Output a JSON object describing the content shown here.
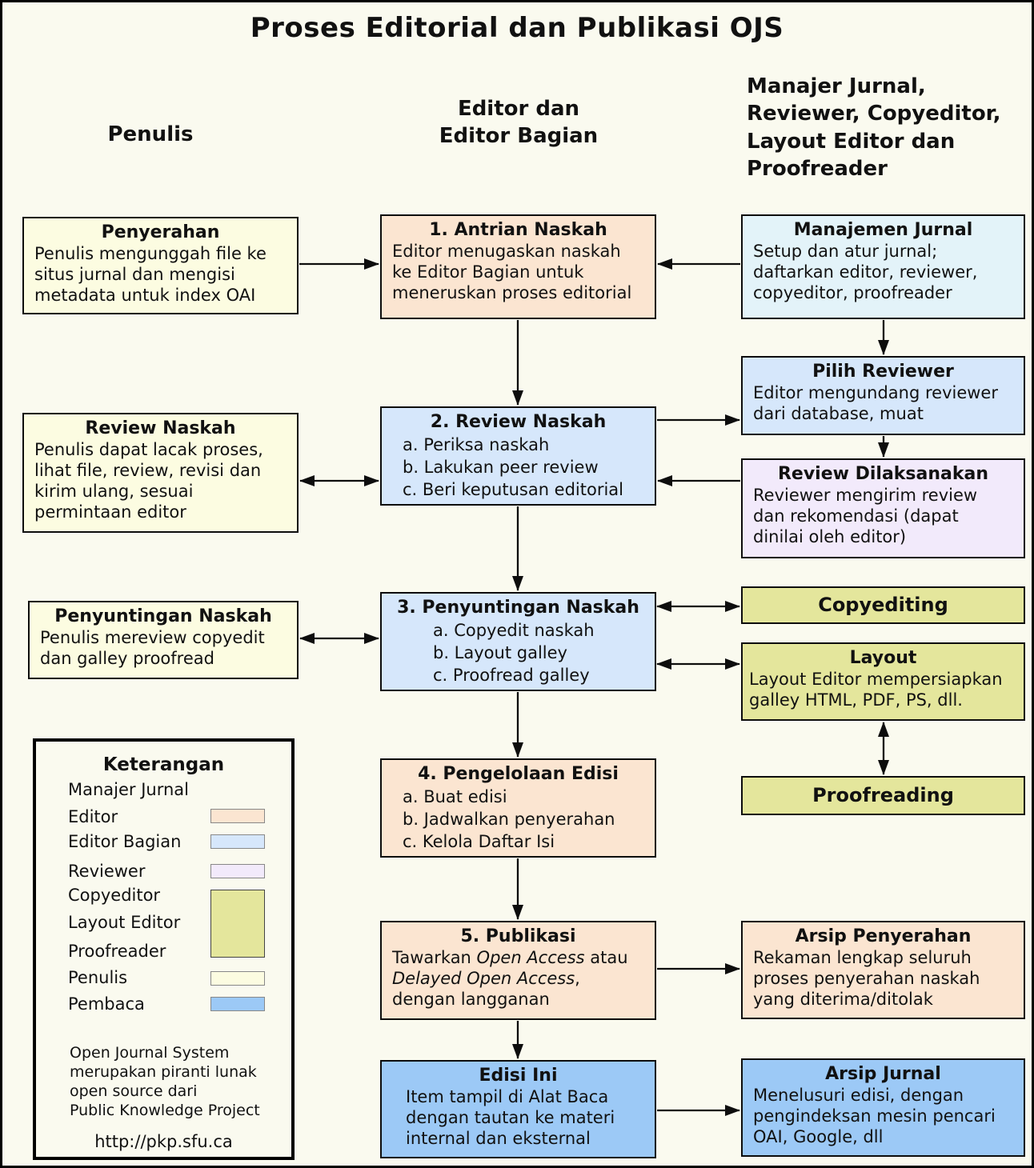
{
  "title": "Proses Editorial dan Publikasi OJS",
  "columns": {
    "penulis": "Penulis",
    "editor": "Editor dan\nEditor Bagian",
    "manajer": "Manajer Jurnal,\nReviewer, Copyeditor,\nLayout Editor dan\nProofreader"
  },
  "colors": {
    "background": "#FAFAEF",
    "penulis_box": "#FCFCE1",
    "editor_box": "#FBE5D1",
    "editor_bagian_box": "#D6E7FB",
    "manajer_box": "#E3F3F9",
    "reviewer_box": "#F2EAFB",
    "produksi_box": "#E4E69C",
    "pembaca_box": "#9CC9F6"
  },
  "boxes": {
    "penyerahan": {
      "title": "Penyerahan",
      "body": "Penulis mengunggah file ke\nsitus jurnal dan mengisi\nmetadata untuk index OAI"
    },
    "antrian": {
      "title": "1. Antrian Naskah",
      "body": "Editor menugaskan naskah\nke Editor Bagian untuk\nmeneruskan proses editorial"
    },
    "manajemen_jurnal": {
      "title": "Manajemen Jurnal",
      "body": "Setup dan atur jurnal;\ndaftarkan editor, reviewer,\ncopyeditor, proofreader"
    },
    "pilih_reviewer": {
      "title": "Pilih Reviewer",
      "body": "Editor mengundang reviewer\ndari database, muat"
    },
    "review_naskah_penulis": {
      "title": "Review Naskah",
      "body": "Penulis dapat lacak proses,\nlihat file, review, revisi dan\nkirim ulang, sesuai\npermintaan editor"
    },
    "review_naskah": {
      "title": "2. Review Naskah",
      "items": [
        "a. Periksa naskah",
        "b. Lakukan peer review",
        "c. Beri keputusan editorial"
      ]
    },
    "review_dilaksanakan": {
      "title": "Review Dilaksanakan",
      "body": "Reviewer mengirim review\ndan rekomendasi (dapat\ndinilai oleh editor)"
    },
    "penyuntingan_penulis": {
      "title": "Penyuntingan Naskah",
      "body": "Penulis mereview copyedit\ndan galley proofread"
    },
    "penyuntingan": {
      "title": "3. Penyuntingan Naskah",
      "items": [
        "a. Copyedit naskah",
        "b. Layout galley",
        "c. Proofread galley"
      ]
    },
    "copyediting": {
      "title": "Copyediting"
    },
    "layout": {
      "title": "Layout",
      "body": "Layout Editor mempersiapkan\ngalley HTML, PDF, PS, dll."
    },
    "proofreading": {
      "title": "Proofreading"
    },
    "pengelolaan": {
      "title": "4. Pengelolaan Edisi",
      "items": [
        "a. Buat edisi",
        "b. Jadwalkan penyerahan",
        "c. Kelola Daftar Isi"
      ]
    },
    "publikasi": {
      "title": "5. Publikasi",
      "l1a": "Tawarkan ",
      "l1b": "Open Access",
      "l1c": " atau",
      "l2a": "Delayed Open Access",
      "l2b": ",",
      "l3": "dengan langganan"
    },
    "arsip_penyerahan": {
      "title": "Arsip Penyerahan",
      "body": "Rekaman lengkap seluruh\nproses penyerahan naskah\nyang diterima/ditolak"
    },
    "edisi_ini": {
      "title": "Edisi Ini",
      "body": "Item tampil di Alat Baca\ndengan tautan ke materi\ninternal dan eksternal"
    },
    "arsip_jurnal": {
      "title": "Arsip Jurnal",
      "body": "Menelusuri edisi, dengan\npengindeksan mesin pencari\nOAI, Google, dll"
    }
  },
  "legend": {
    "title": "Keterangan",
    "entries": [
      {
        "label": "Manajer Jurnal"
      },
      {
        "label": "Editor"
      },
      {
        "label": "Editor Bagian"
      },
      {
        "label": "Reviewer"
      },
      {
        "label": "Copyeditor"
      },
      {
        "label": "Layout Editor"
      },
      {
        "label": "Proofreader"
      },
      {
        "label": "Penulis"
      },
      {
        "label": "Pembaca"
      }
    ],
    "footer": "Open Journal System\nmerupakan piranti lunak\nopen source dari\nPublic Knowledge Project",
    "url": "http://pkp.sfu.ca"
  }
}
